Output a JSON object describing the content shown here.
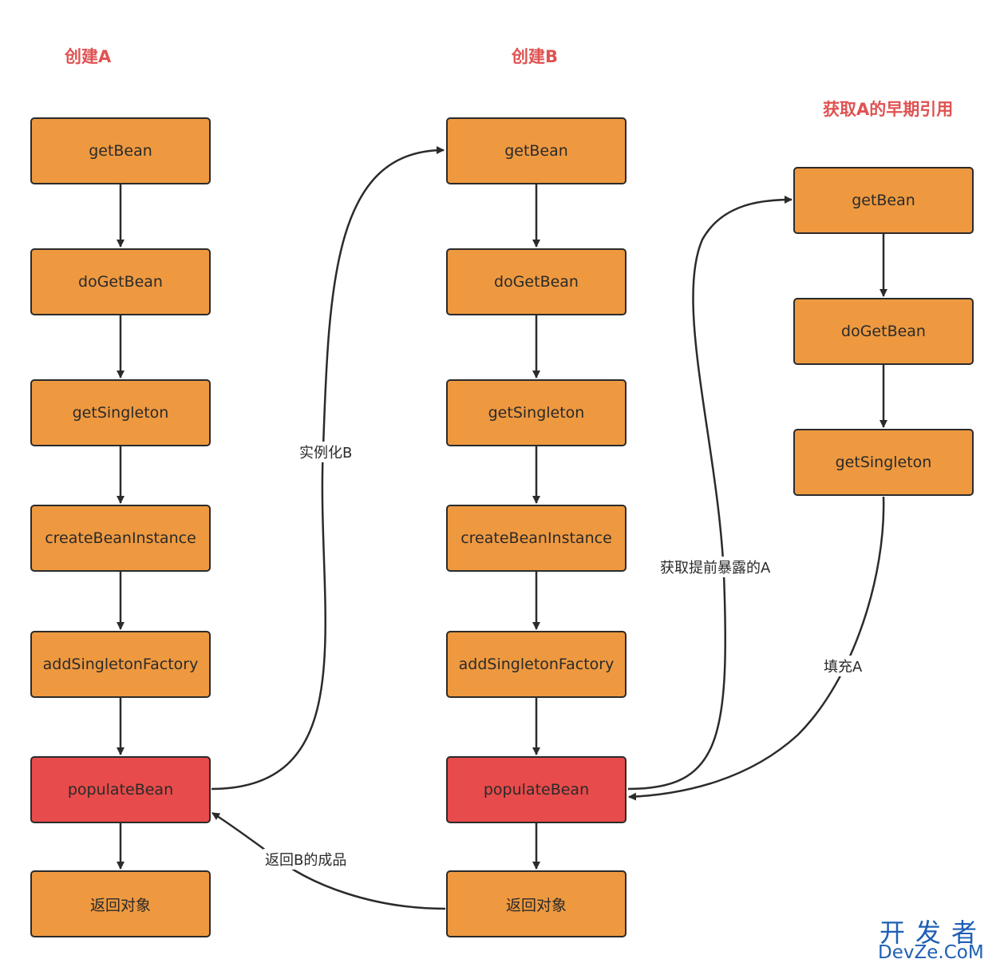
{
  "titles": {
    "create_a": "创建A",
    "create_b": "创建B",
    "get_a_early": "获取A的早期引用"
  },
  "column_a": {
    "nodes": [
      "getBean",
      "doGetBean",
      "getSingleton",
      "createBeanInstance",
      "addSingletonFactory",
      "populateBean",
      "返回对象"
    ]
  },
  "column_b": {
    "nodes": [
      "getBean",
      "doGetBean",
      "getSingleton",
      "createBeanInstance",
      "addSingletonFactory",
      "populateBean",
      "返回对象"
    ]
  },
  "column_c": {
    "nodes": [
      "getBean",
      "doGetBean",
      "getSingleton"
    ]
  },
  "edge_labels": {
    "instantiate_b": "实例化B",
    "return_b_product": "返回B的成品",
    "get_exposed_a": "获取提前暴露的A",
    "fill_a": "填充A"
  },
  "watermark": {
    "top": "开发者",
    "bottom": "DevZe.CoM"
  },
  "colors": {
    "node_fill": "#ee9940",
    "highlight_fill": "#e84b4b",
    "title_color": "#e05252",
    "border": "#2b2b2b",
    "watermark": "#1e5fb5"
  }
}
